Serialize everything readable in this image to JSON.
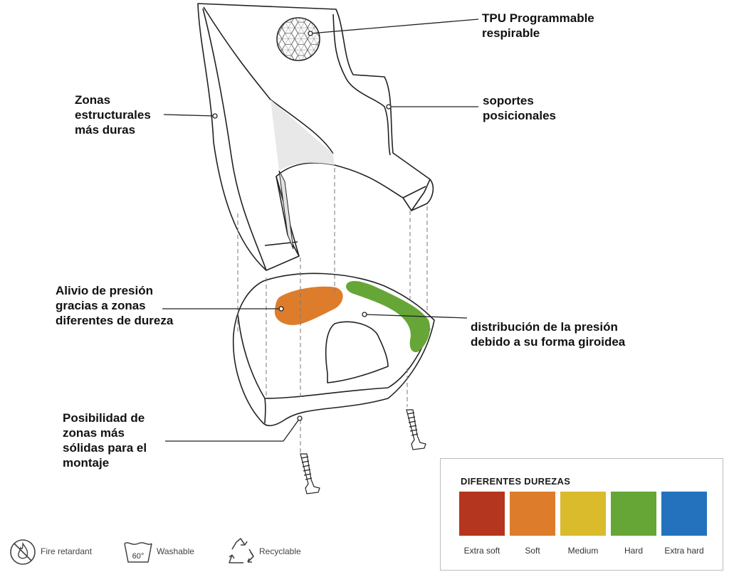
{
  "callouts": {
    "tpu": [
      "TPU Programmable",
      "respirable"
    ],
    "structural": [
      "Zonas",
      "estructurales",
      "más duras"
    ],
    "positional": [
      "soportes",
      "posicionales"
    ],
    "pressure_relief": [
      "Alivio de presión",
      "gracias a zonas",
      "diferentes de dureza"
    ],
    "distribution": [
      "distribución de la presión",
      "debido a su forma giroidea"
    ],
    "mounting": [
      "Posibilidad de",
      "zonas más",
      "sólidas para el",
      "montaje"
    ]
  },
  "legend": {
    "title": "DIFERENTES DUREZAS",
    "levels": [
      {
        "label": "Extra soft",
        "color": "#b5361e"
      },
      {
        "label": "Soft",
        "color": "#dd7d2c"
      },
      {
        "label": "Medium",
        "color": "#d9bb2b"
      },
      {
        "label": "Hard",
        "color": "#66a637"
      },
      {
        "label": "Extra hard",
        "color": "#2472be"
      }
    ]
  },
  "features": {
    "fire": {
      "label": "Fire retardant",
      "icon": "fire-retardant-icon"
    },
    "wash": {
      "label": "Washable",
      "icon": "washable-60-icon",
      "temp": "60°"
    },
    "recycle": {
      "label": "Recyclable",
      "icon": "recycle-icon"
    }
  },
  "zones": {
    "soft_zone_color": "#dd7d2c",
    "hard_zone_color": "#66a637"
  }
}
